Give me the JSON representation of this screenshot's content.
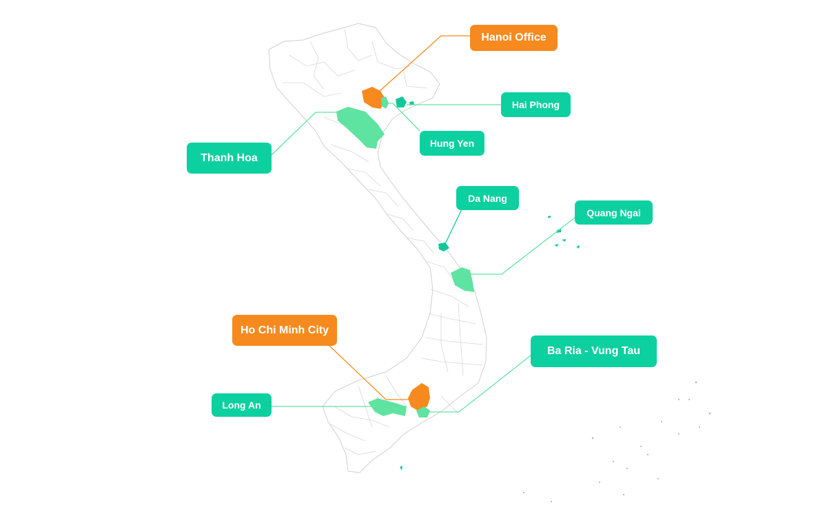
{
  "colors": {
    "office": "#f68a1e",
    "region_label": "#0dd0a0",
    "region_fill": "#5fe3a1",
    "region_fill_dark": "#12c798",
    "border": "#d2d2d2",
    "land": "#ffffff",
    "label_text": "#ffffff"
  },
  "offices": [
    {
      "id": "hanoi",
      "label": "Hanoi Office"
    },
    {
      "id": "hcmc",
      "label": "Ho Chi Minh City"
    }
  ],
  "regions": [
    {
      "id": "hai-phong",
      "label": "Hai Phong"
    },
    {
      "id": "hung-yen",
      "label": "Hung Yen"
    },
    {
      "id": "thanh-hoa",
      "label": "Thanh Hoa"
    },
    {
      "id": "da-nang",
      "label": "Da Nang"
    },
    {
      "id": "quang-ngai",
      "label": "Quang Ngai"
    },
    {
      "id": "ba-ria-vung-tau",
      "label": "Ba Ria - Vung Tau"
    },
    {
      "id": "long-an",
      "label": "Long An"
    }
  ]
}
